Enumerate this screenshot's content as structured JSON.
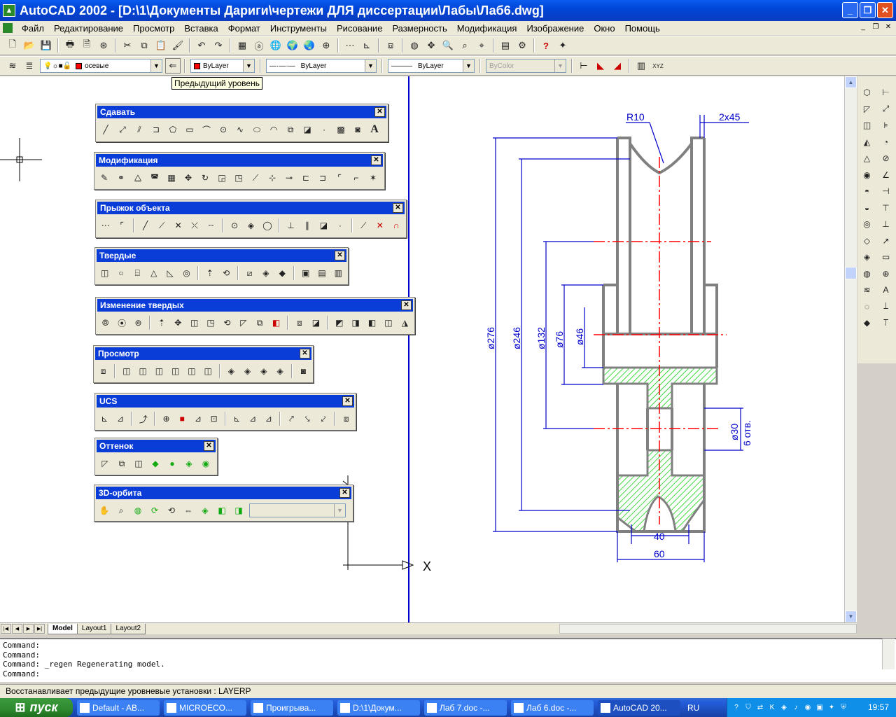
{
  "window": {
    "title": "AutoCAD 2002 - [D:\\1\\Документы Дариги\\чертежи ДЛЯ диссертации\\Лабы\\Лаб6.dwg]",
    "minimize": "_",
    "maximize": "❐",
    "close": "✕"
  },
  "menu": [
    "Файл",
    "Редактирование",
    "Просмотр",
    "Вставка",
    "Формат",
    "Инструменты",
    "Рисование",
    "Размерность",
    "Модификация",
    "Изображение",
    "Окно",
    "Помощь"
  ],
  "properties_toolbar": {
    "layer_value": "осевые",
    "color_value": "ByLayer",
    "linetype_value": "ByLayer",
    "lineweight_value": "ByLayer",
    "plotstyle_value": "ByColor"
  },
  "tooltip": "Предыдущий уровень",
  "palettes": [
    {
      "title": "Сдавать",
      "close": "✕"
    },
    {
      "title": "Модификация",
      "close": "✕"
    },
    {
      "title": "Прыжок объекта",
      "close": "✕"
    },
    {
      "title": "Твердые",
      "close": "✕"
    },
    {
      "title": "Изменение твердых",
      "close": "✕"
    },
    {
      "title": "Просмотр",
      "close": "✕"
    },
    {
      "title": "UCS",
      "close": "✕"
    },
    {
      "title": "Оттенок",
      "close": "✕"
    },
    {
      "title": "3D-орбита",
      "close": "✕"
    }
  ],
  "drawing": {
    "dimensions": {
      "r10": "R10",
      "chamfer": "2x45",
      "d276": "ø276",
      "d246": "ø246",
      "d132": "ø132",
      "d76": "ø76",
      "d46": "ø46",
      "d30": "ø30",
      "holes": "6 отв.",
      "w40": "40",
      "w60": "60"
    },
    "ucs_x_label": "X"
  },
  "layout_tabs": [
    "Model",
    "Layout1",
    "Layout2"
  ],
  "command_lines": [
    "Command:",
    "Command:",
    "Command:  _regen Regenerating model.",
    "Command:"
  ],
  "status_text": "Восстанавливает предыдущие уровневые установки : LAYERP",
  "taskbar": {
    "start_label": "пуск",
    "tasks": [
      "Default - AB...",
      "MICROECO...",
      "Проигрыва...",
      "D:\\1\\Докум...",
      "Лаб 7.doc -...",
      "Лаб 6.doc -...",
      "AutoCAD 20..."
    ],
    "language": "RU",
    "clock": "19:57"
  },
  "colors": {
    "title_blue": "#0a3cd8",
    "hatch_green": "#00cc00",
    "centerline_red": "#ff0000",
    "dimension_blue": "#0000cc",
    "outline_gray": "#808080"
  }
}
